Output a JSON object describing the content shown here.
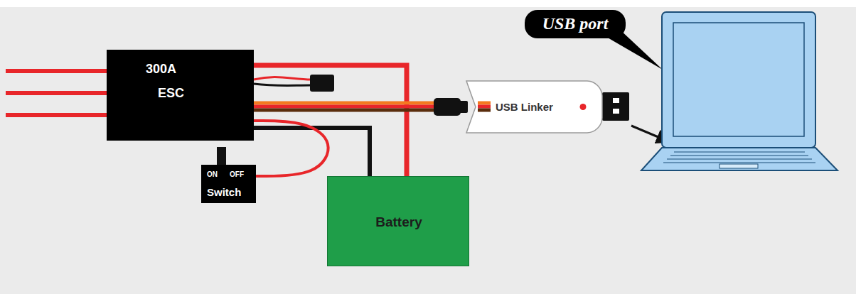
{
  "diagram": {
    "nodes": [
      {
        "text": [
          "300A",
          "ESC"
        ]
      },
      {
        "text": [
          "ON",
          "OFF",
          "Switch"
        ]
      },
      {
        "text": [
          "Battery"
        ]
      },
      {
        "text": [
          "USB Linker"
        ]
      },
      {
        "text": [
          "USB port"
        ]
      }
    ],
    "edges": [
      {
        "from": 0,
        "to": 2,
        "arrow": "none"
      },
      {
        "from": 0,
        "to": 2,
        "arrow": "none"
      },
      {
        "from": 0,
        "to": 1,
        "arrow": "none"
      },
      {
        "from": 0,
        "to": 3,
        "arrow": "none"
      }
    ]
  }
}
